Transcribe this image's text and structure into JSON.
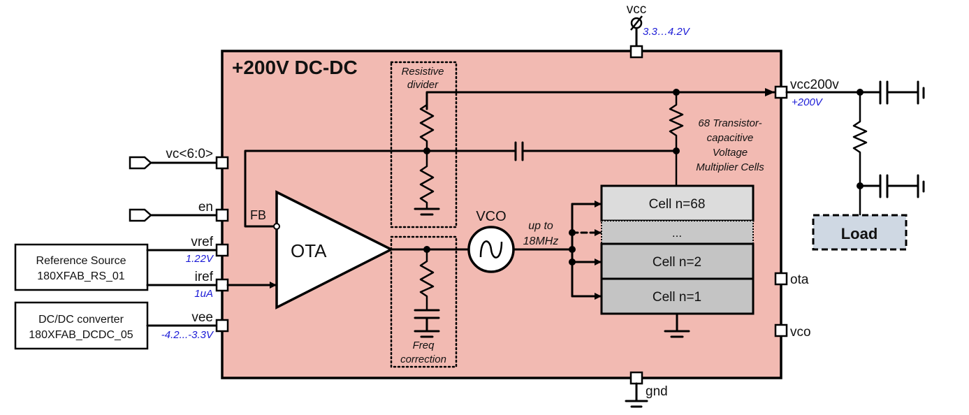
{
  "block": {
    "title": "+200V DC-DC",
    "fill_color": "#f2bab2"
  },
  "pins": {
    "vcc": {
      "label": "vcc",
      "value": "3.3…4.2V"
    },
    "vcc200v": {
      "label": "vcc200v",
      "value": "+200V"
    },
    "vc": {
      "label": "vc<6:0>"
    },
    "en": {
      "label": "en"
    },
    "vref": {
      "label": "vref",
      "value": "1.22V"
    },
    "iref": {
      "label": "iref",
      "value": "1uA"
    },
    "vee": {
      "label": "vee",
      "value": "-4.2...-3.3V"
    },
    "ota": {
      "label": "ota"
    },
    "vco": {
      "label": "vco"
    },
    "gnd": {
      "label": "gnd"
    }
  },
  "external_blocks": {
    "reference_source": {
      "line1": "Reference Source",
      "line2": "180XFAB_RS_01"
    },
    "dcdc_converter": {
      "line1": "DC/DC converter",
      "line2": "180XFAB_DCDC_05"
    },
    "load": {
      "label": "Load",
      "fill_color": "#cfd8e3"
    }
  },
  "internal": {
    "fb_label": "FB",
    "ota_label": "OTA",
    "vco_label": "VCO",
    "vco_freq_line1": "up to",
    "vco_freq_line2": "18MHz",
    "divider_line1": "Resistive",
    "divider_line2": "divider",
    "freq_corr_line1": "Freq",
    "freq_corr_line2": "correction",
    "multiplier_desc": [
      "68 Transistor-",
      "capacitive",
      "Voltage",
      "Multiplier Cells"
    ]
  },
  "cells": [
    {
      "label": "Cell n=68",
      "fill_color": "#dcdcdc"
    },
    {
      "label": "...",
      "fill_color": "#c8c8c8"
    },
    {
      "label": "Cell n=2",
      "fill_color": "#c4c4c4"
    },
    {
      "label": "Cell n=1",
      "fill_color": "#c4c4c4"
    }
  ],
  "colors": {
    "annotation_blue": "#1a1ad6"
  }
}
